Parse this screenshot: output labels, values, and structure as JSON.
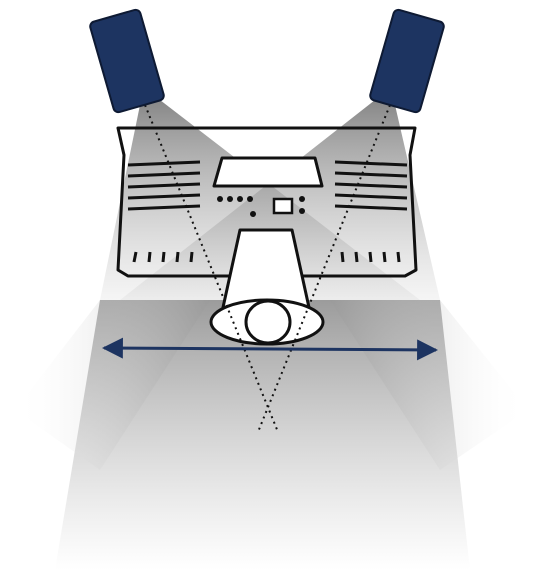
{
  "diagram": {
    "subject": "stereo-speaker-listening-setup",
    "colors": {
      "speaker_fill": "#1d3461",
      "speaker_stroke": "#0e1a33",
      "arrow": "#1d3461",
      "outline": "#111111",
      "beam": "#8c8c8c"
    },
    "elements": {
      "left_speaker": "speaker",
      "right_speaker": "speaker",
      "console": "mixing-console",
      "listener": "listener-seat",
      "sweet_spot_arrow": "double-headed-arrow"
    }
  }
}
